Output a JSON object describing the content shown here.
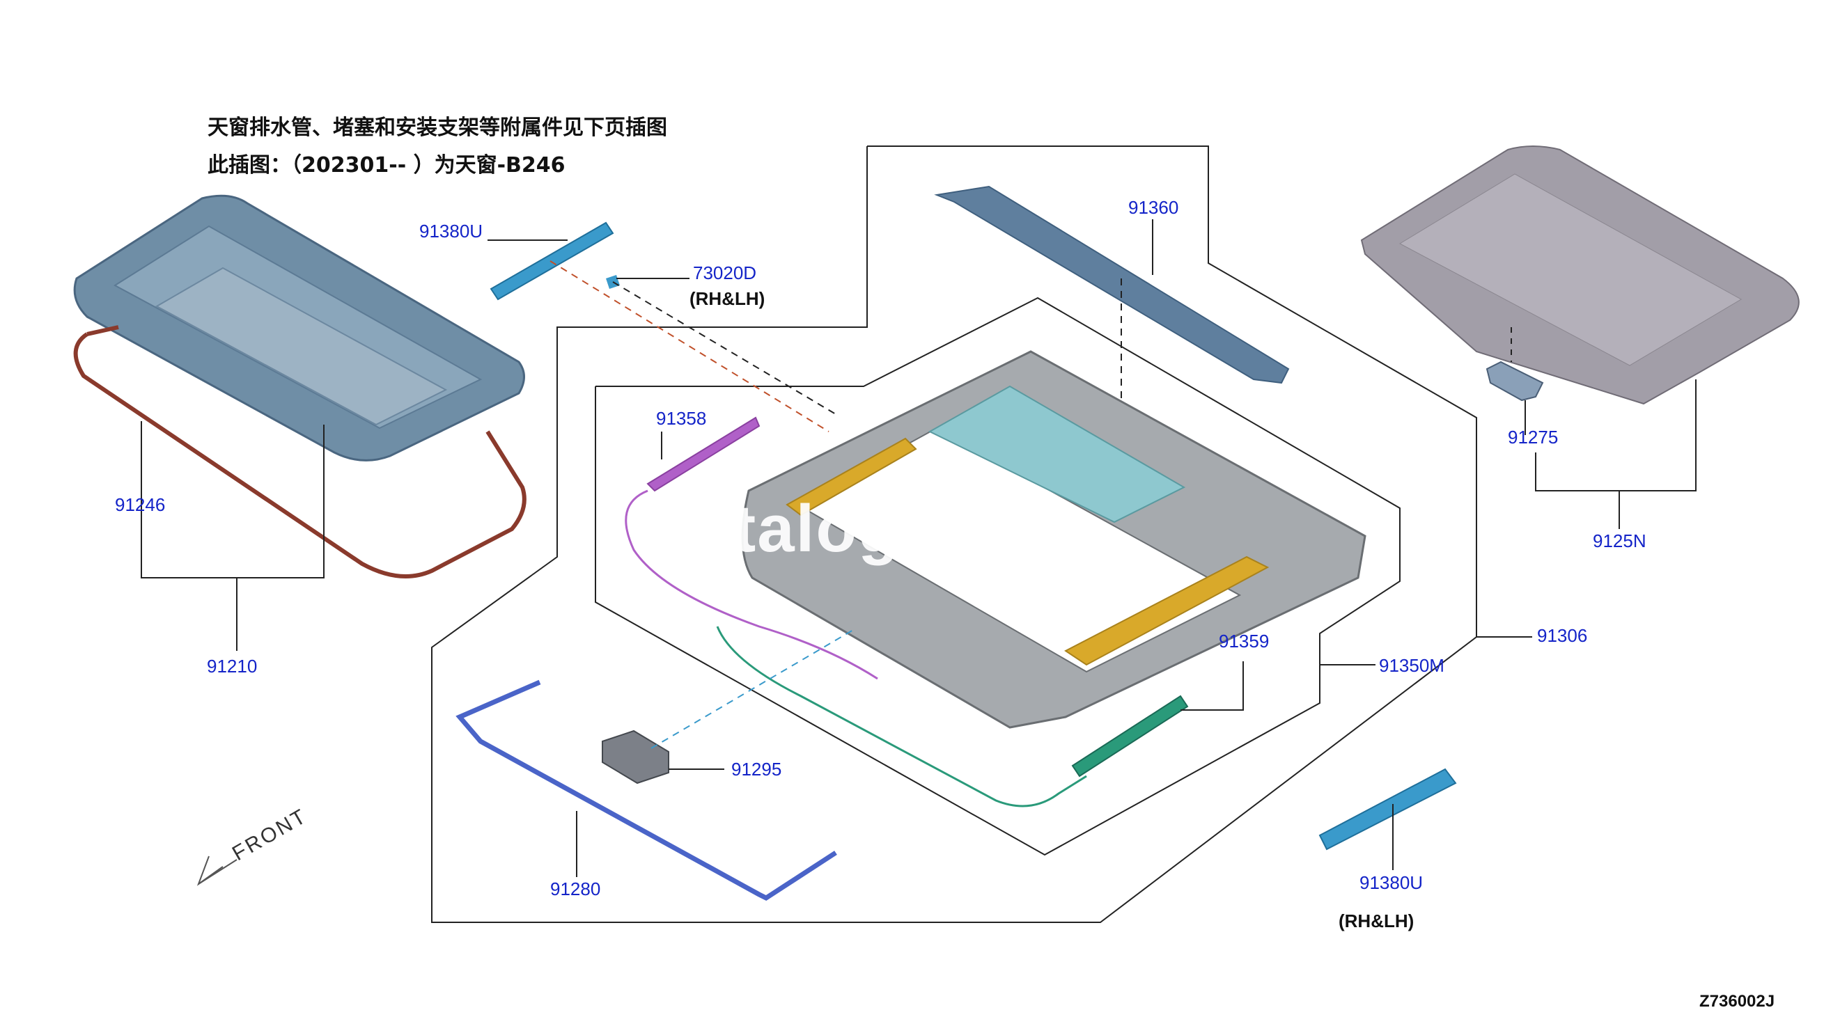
{
  "notes": {
    "line1": "天窗排水管、堵塞和安装支架等附属件见下页插图",
    "line2": "此插图：（202301--          ）为天窗-B246"
  },
  "parts": {
    "p91380U_top": "91380U",
    "p73020D": "73020D",
    "p73020D_side": "(RH&LH)",
    "p91360": "91360",
    "p91358": "91358",
    "p91246": "91246",
    "p91210": "91210",
    "p91275": "91275",
    "p9125N": "9125N",
    "p91306": "91306",
    "p91350M": "91350M",
    "p91359": "91359",
    "p91295": "91295",
    "p91280": "91280",
    "p91380U_bottom": "91380U",
    "p91380U_bottom_side": "(RH&LH)"
  },
  "front_label": "FRONT",
  "drawing_code": "Z736002J",
  "watermark": "to         talog",
  "colors": {
    "label_blue": "#1424c8",
    "glass_panel": "#7f9db3",
    "seal_brown": "#8a3a2c",
    "frame_gray": "#9fa4aa",
    "rail_yellow": "#d9a92a",
    "shade_rail_blue": "#8ec8cf",
    "purple_part": "#b060c8",
    "green_part": "#2a9a7a",
    "deflector_blue": "#4a64c8",
    "headliner_gray": "#a29ea8"
  }
}
